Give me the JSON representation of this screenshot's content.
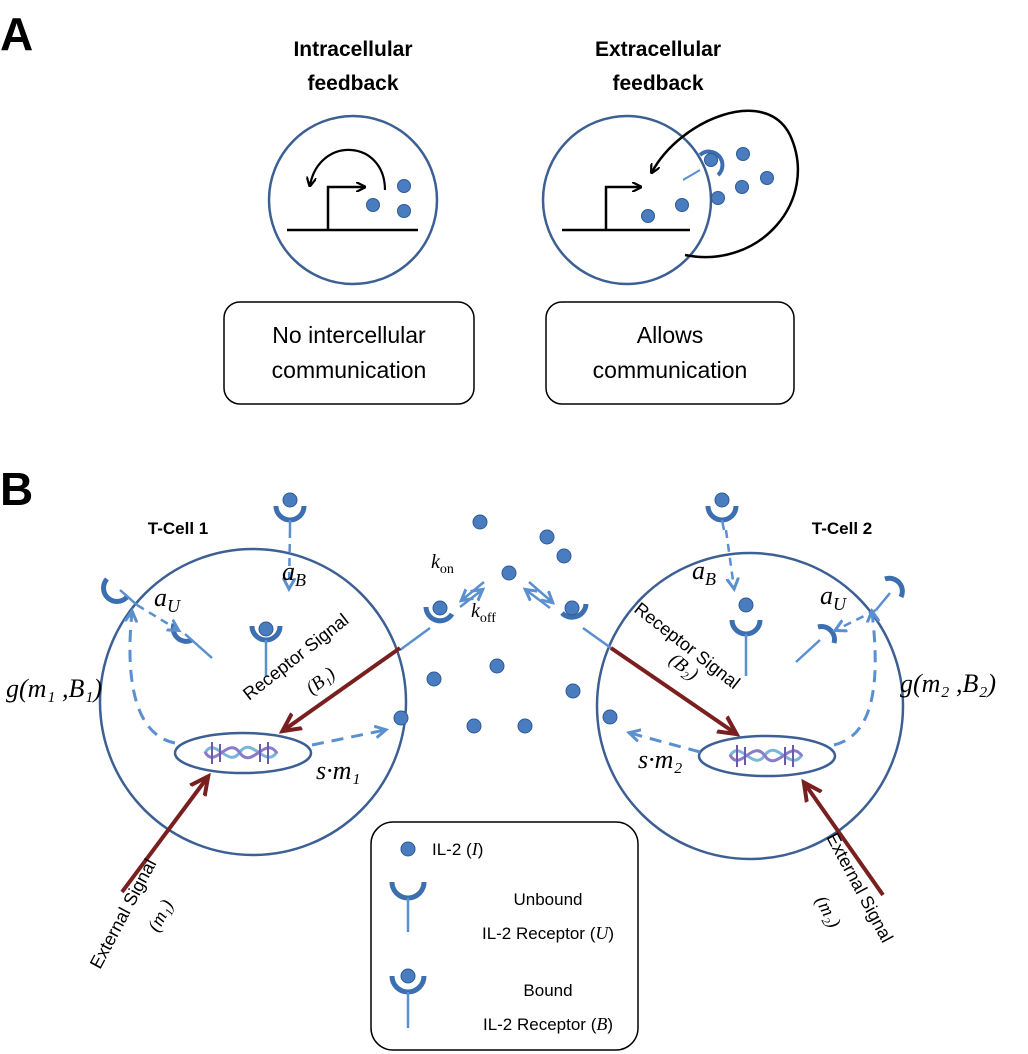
{
  "panel_a": {
    "letter": "A",
    "left": {
      "title_line1": "Intracellular",
      "title_line2": "feedback",
      "caption_line1": "No intercellular",
      "caption_line2": "communication"
    },
    "right": {
      "title_line1": "Extracellular",
      "title_line2": "feedback",
      "caption_line1": "Allows",
      "caption_line2": "communication"
    }
  },
  "panel_b": {
    "letter": "B",
    "cell1": {
      "label": "T-Cell 1",
      "a_u": "a",
      "a_u_sub": "U",
      "a_b": "a",
      "a_b_sub": "B",
      "g_func": "g(m₁ ,B₁)",
      "receptor_signal": "Receptor Signal",
      "receptor_signal_var": "(B₁)",
      "external_signal": "External Signal",
      "external_signal_var": "(m₁)",
      "production": "s·m₁"
    },
    "cell2": {
      "label": "T-Cell 2",
      "a_u": "a",
      "a_u_sub": "U",
      "a_b": "a",
      "a_b_sub": "B",
      "g_func": "g(m₂ ,B₂)",
      "receptor_signal": "Receptor Signal",
      "receptor_signal_var": "(B₂)",
      "external_signal": "External Signal",
      "external_signal_var": "(m₂)",
      "production": "s·m₂"
    },
    "rates": {
      "k": "k",
      "on": "on",
      "off": "off"
    },
    "legend": {
      "il2": "IL-2 (",
      "il2_var": "I",
      "il2_close": ")",
      "unbound_line1": "Unbound",
      "unbound_line2": "IL-2 Receptor (",
      "unbound_var": "U",
      "bound_line1": "Bound",
      "bound_line2": "IL-2 Receptor (",
      "bound_var": "B",
      "close": ")"
    }
  },
  "colors": {
    "cell_outline": "#3c5f94",
    "molecule": "#4a7dc0",
    "receptor": "#3c6fb0",
    "receptor_line": "#5a8fd0",
    "dashed_arrow": "#5a8fd0",
    "signal_arrow": "#7a1f1f",
    "black": "#000000"
  }
}
